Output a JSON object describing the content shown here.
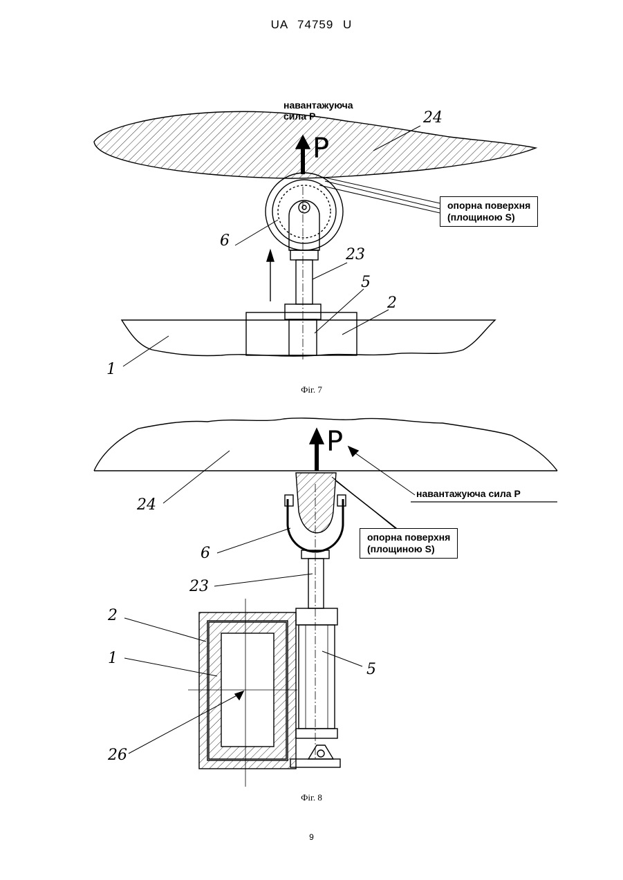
{
  "header": {
    "text": "UA   74759   U"
  },
  "page_number": "9",
  "fig7": {
    "caption": "Фіг. 7",
    "load_label": "навантажуюча\nсила Р",
    "support_label": "опорна поверхня\n(площиною S)",
    "force_letter": "P",
    "parts": [
      "24",
      "6",
      "23",
      "5",
      "2",
      "1"
    ]
  },
  "fig8": {
    "caption": "Фіг. 8",
    "load_label": "навантажуюча сила Р",
    "support_label": "опорна поверхня\n(площиною S)",
    "force_letter": "P",
    "parts": [
      "24",
      "6",
      "23",
      "2",
      "1",
      "5",
      "26"
    ]
  }
}
